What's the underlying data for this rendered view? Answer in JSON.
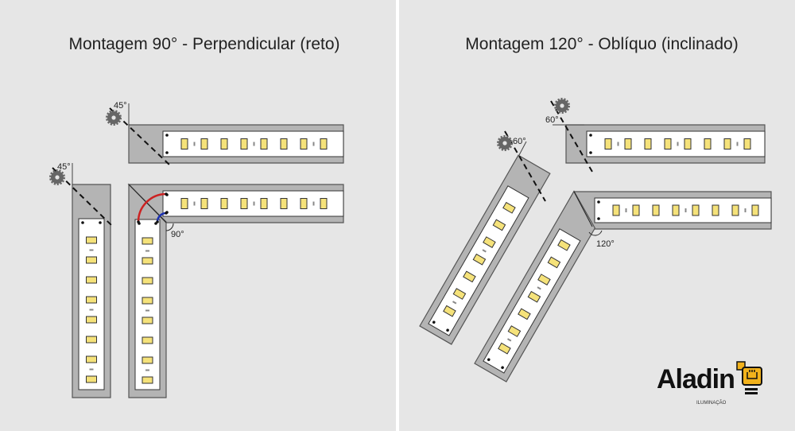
{
  "left_panel": {
    "title": "Montagem 90° - Perpendicular (reto)",
    "cut_angle_top": "45°",
    "cut_angle_side": "45°",
    "joint_angle": "90°"
  },
  "right_panel": {
    "title": "Montagem 120° - Oblíquo (inclinado)",
    "cut_angle_top": "60°",
    "cut_angle_side": "60°",
    "joint_angle": "120°"
  },
  "logo": {
    "name": "Aladin",
    "subtitle": "ILUMINAÇÃO"
  },
  "colors": {
    "background": "#e6e6e6",
    "profile": "#b4b4b4",
    "outline": "#555555",
    "led": "#f5e27a",
    "red_arc": "#cc2222",
    "blue_arc": "#1a2fb0",
    "logo_yellow": "#f2b21c"
  },
  "icons": {
    "saw": "circular-saw-icon"
  }
}
